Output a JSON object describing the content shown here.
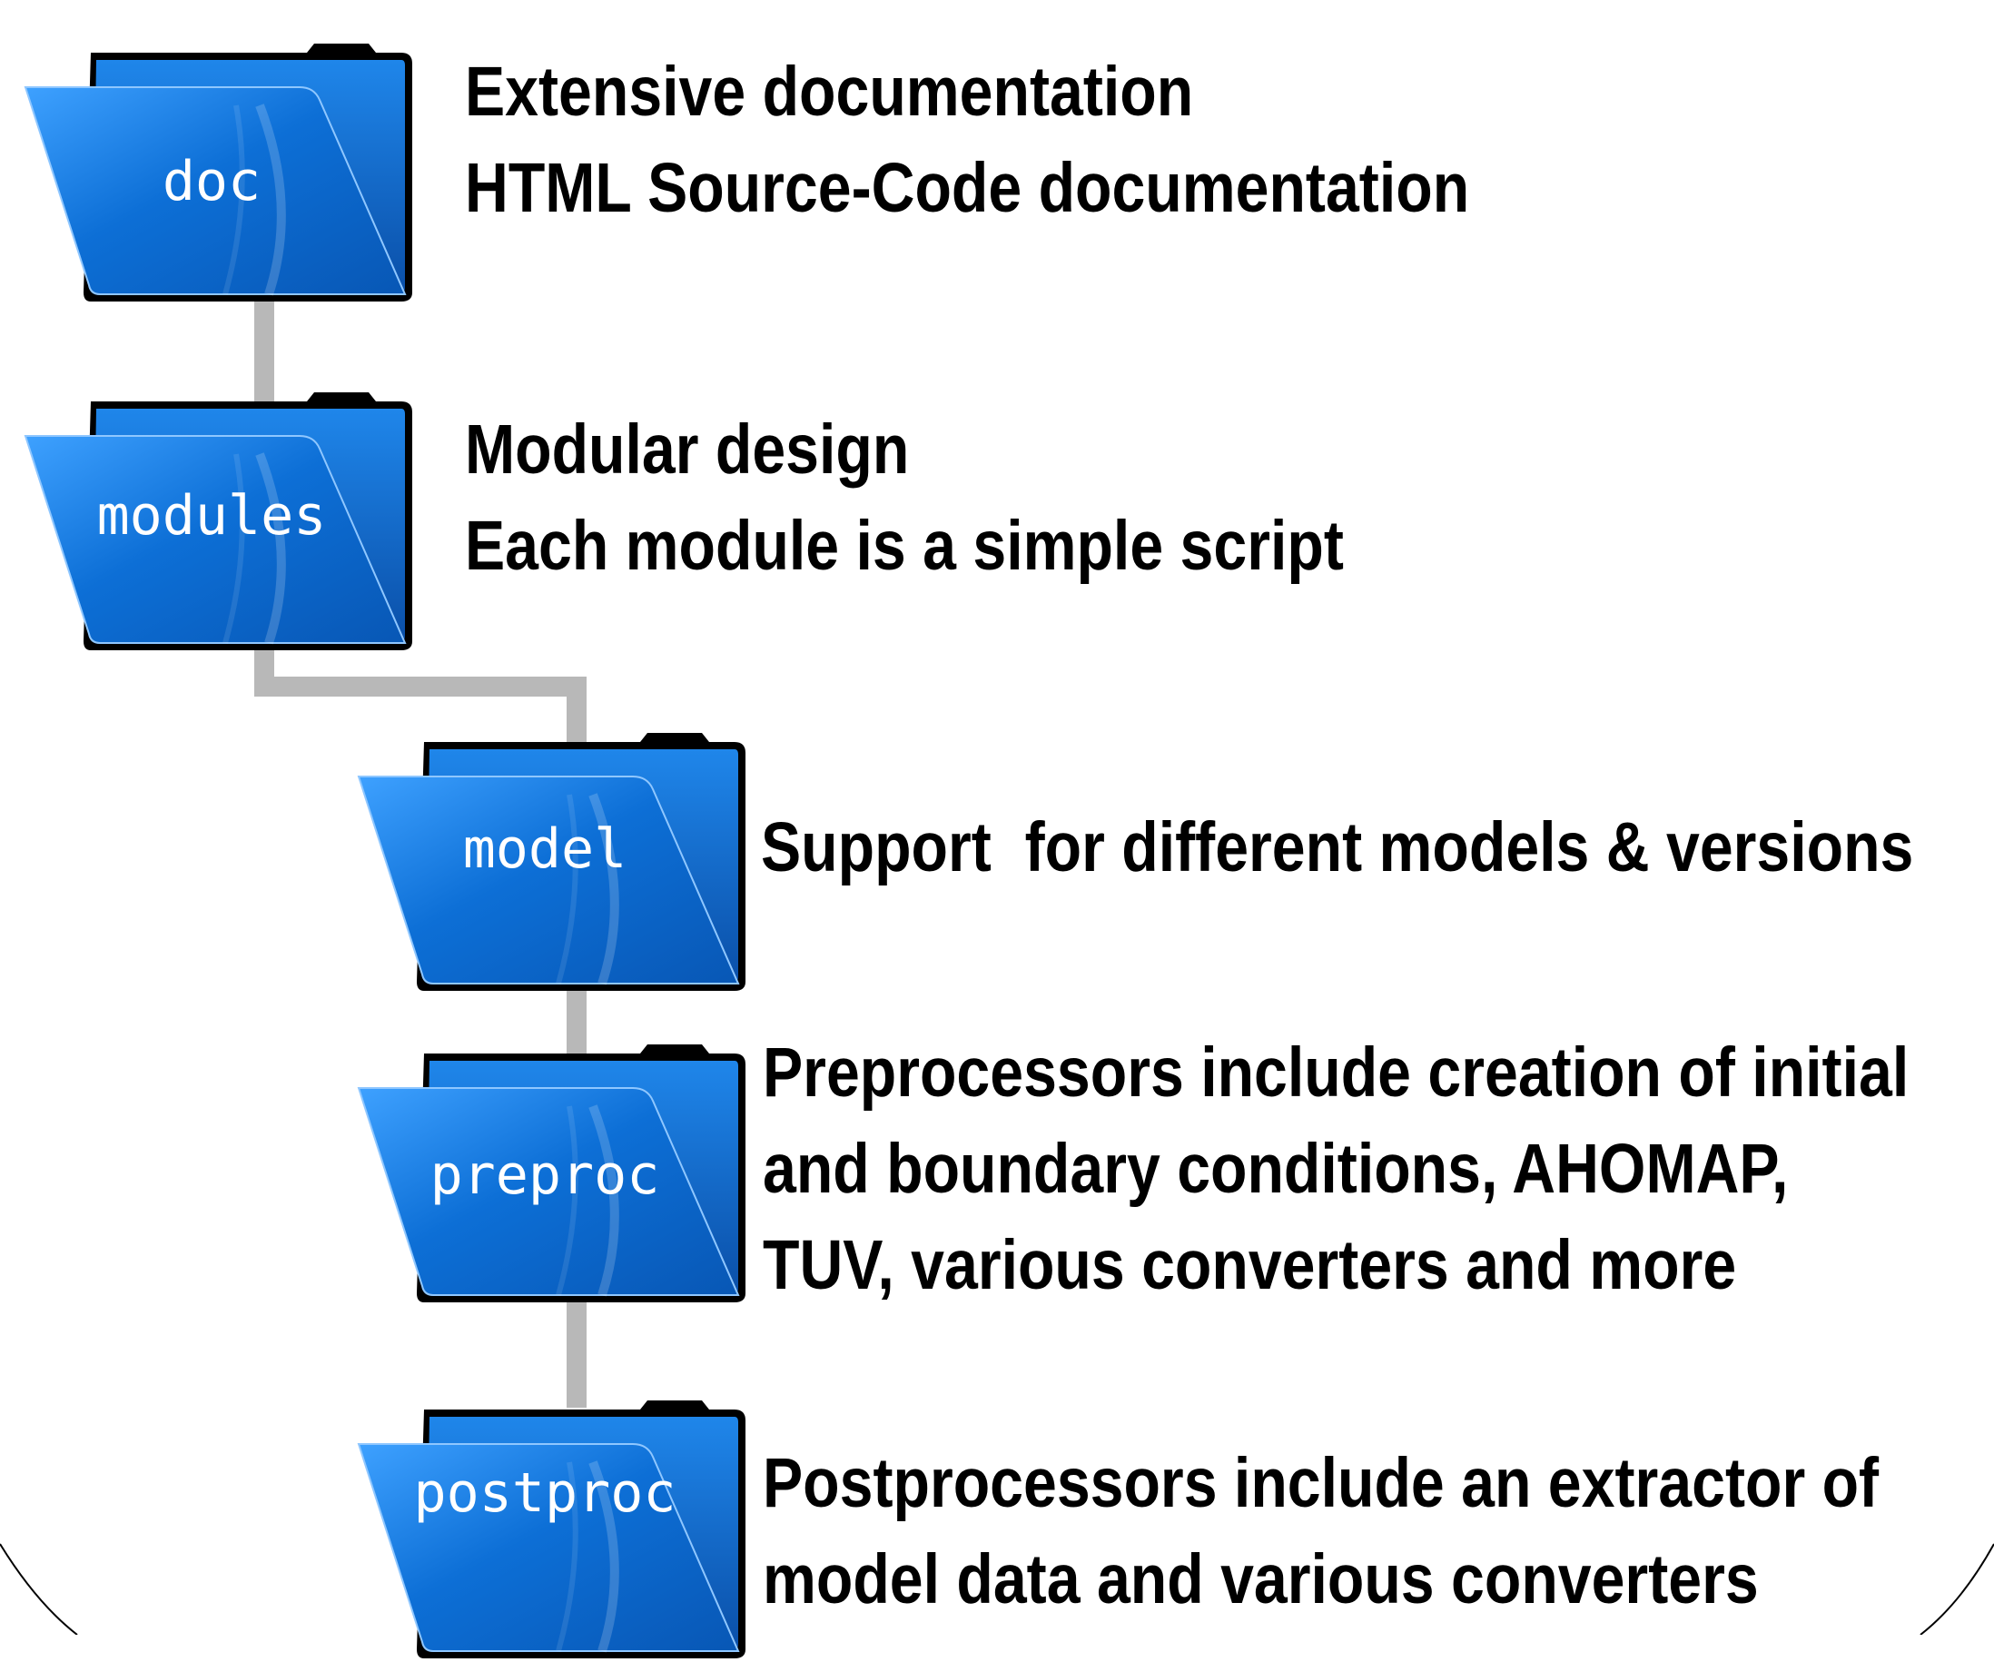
{
  "colors": {
    "folder_blue": "#0d6fd6",
    "folder_outline": "#000000",
    "connector": "#b8b8b8",
    "text": "#000000",
    "label": "#ffffff"
  },
  "folders": [
    {
      "id": "doc",
      "icon": "folder-icon",
      "label": "doc",
      "description": [
        "Extensive documentation",
        "HTML Source-Code documentation"
      ]
    },
    {
      "id": "modules",
      "icon": "folder-icon",
      "label": "modules",
      "description": [
        "Modular design",
        "Each module is a simple script"
      ]
    },
    {
      "id": "model",
      "icon": "folder-icon",
      "label": "model",
      "description": [
        "Support  for different models & versions"
      ]
    },
    {
      "id": "preproc",
      "icon": "folder-icon",
      "label": "preproc",
      "description": [
        "Preprocessors include creation of initial",
        "and boundary conditions, AHOMAP,",
        "TUV, various converters and more"
      ]
    },
    {
      "id": "postproc",
      "icon": "folder-icon",
      "label": "postproc",
      "description": [
        "Postprocessors include an extractor of",
        "model data and various converters"
      ]
    }
  ]
}
